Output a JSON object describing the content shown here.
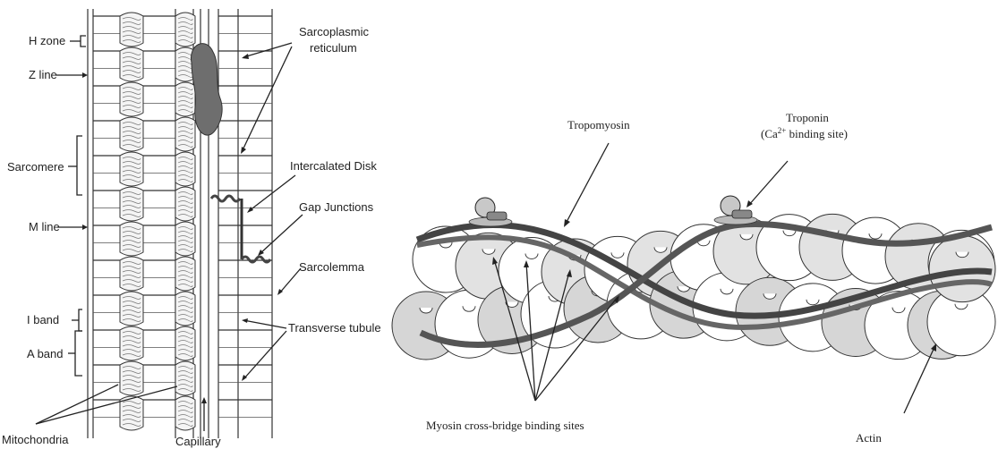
{
  "left_panel": {
    "labels": {
      "h_zone": "H zone",
      "z_line": "Z line",
      "sarcomere": "Sarcomere",
      "m_line": "M line",
      "i_band": "I band",
      "a_band": "A band",
      "mitochondria": "Mitochondria",
      "capillary": "Capillary",
      "sarcoplasmic_reticulum_1": "Sarcoplasmic",
      "sarcoplasmic_reticulum_2": "reticulum",
      "intercalated_disk": "Intercalated Disk",
      "gap_junctions": "Gap Junctions",
      "sarcolemma": "Sarcolemma",
      "transverse_tubule": "Transverse tubule"
    }
  },
  "right_panel": {
    "labels": {
      "tropomyosin": "Tropomyosin",
      "troponin_1": "Troponin",
      "troponin_2_pre": "(Ca",
      "troponin_2_sup": "2+",
      "troponin_2_post": " binding site)",
      "myosin_sites": "Myosin cross-bridge binding sites",
      "actin": "Actin"
    }
  },
  "colors": {
    "ink": "#222222",
    "strand": "#555555",
    "actin_light": "#ffffff",
    "actin_shade": "#d6d6d6",
    "capillary_fill": "#6e6e6e"
  }
}
